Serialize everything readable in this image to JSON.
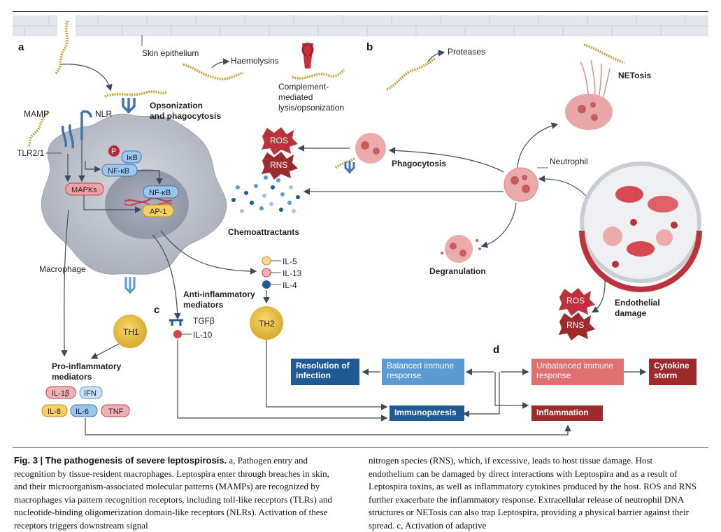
{
  "panels": {
    "a": "a",
    "b": "b",
    "c": "c",
    "d": "d"
  },
  "labels": {
    "skin": "Skin epithelium",
    "haemolysins": "Haemolysins",
    "complement1": "Complement-",
    "complement2": "mediated",
    "complement3": "lysis/opsonization",
    "proteases": "Proteases",
    "netosis": "NETosis",
    "opson1": "Opsonization",
    "opson2": "and phagocytosis",
    "mamp": "MAMP",
    "nlr": "NLR",
    "tlr": "TLR2/1",
    "p": "P",
    "ikb": "IκB",
    "nfkb1": "NF-κB",
    "nfkb2": "NF-κB",
    "mapks": "MAPKs",
    "ap1": "AP-1",
    "macrophage": "Macrophage",
    "ros1": "ROS",
    "rns1": "RNS",
    "phago": "Phagocytosis",
    "neutrophil": "Neutrophil",
    "chemo": "Chemoattractants",
    "degran": "Degranulation",
    "il5": "IL-5",
    "il13": "IL-13",
    "il4": "IL-4",
    "anti1": "Anti-inflammatory",
    "anti2": "mediators",
    "tgfb": "TGFβ",
    "il10": "IL-10",
    "th1": "TH1",
    "th2": "TH2",
    "ros2": "ROS",
    "rns2": "RNS",
    "endo1": "Endothelial",
    "endo2": "damage",
    "pro1": "Pro-inflammatory",
    "pro2": "mediators",
    "il1b": "IL-1β",
    "ifn": "IFN",
    "il8": "IL-8",
    "il6": "IL-6",
    "tnf": "TNF"
  },
  "boxes": {
    "resolution": "Resolution of infection",
    "balanced": "Balanced immune response",
    "unbalanced": "Unbalanced immune response",
    "cytokine": "Cytokine storm",
    "immunoparesis": "Immunoparesis",
    "inflammation": "Inflammation"
  },
  "colors": {
    "macrophage": "#bfc3cd",
    "neutrophil": "#e8a0a0",
    "ros": "#c0303a",
    "dark_blue": "#1f5a96",
    "light_blue": "#5b9bd5",
    "dark_red": "#9e2a2b",
    "light_red": "#e07070",
    "bacterium": "#c8a030"
  },
  "caption": {
    "left_title": "Fig. 3 | The pathogenesis of severe leptospirosis.",
    "left_body": "a, Pathogen entry and recognition by tissue-resident macrophages. Leptospira enter through breaches in skin, and their microorganism-associated molecular patterns (MAMPs) are recognized by macrophages via pattern recognition receptors, including toll-like receptors (TLRs) and nucleotide-binding oligomerization domain-like receptors (NLRs). Activation of these receptors triggers downstream signal",
    "right_body": "nitrogen species (RNS), which, if excessive, leads to host tissue damage. Host endothelium can be damaged by direct interactions with Leptospira and as a result of Leptospira toxins, as well as inflammatory cytokines produced by the host. ROS and RNS further exacerbate the inflammatory response. Extracellular release of neutrophil DNA structures or NETosis can also trap Leptospira, providing a physical barrier against their spread. c, Activation of adaptive"
  }
}
